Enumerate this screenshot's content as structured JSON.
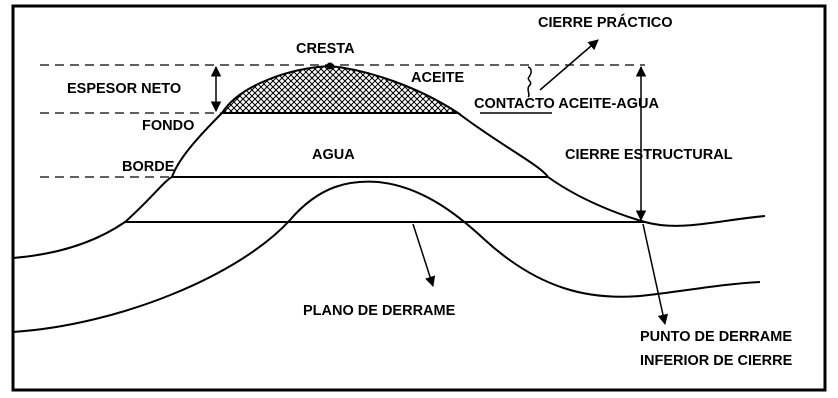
{
  "labels": {
    "cresta": "CRESTA",
    "cierre_practico": "CIERRE PRÁCTICO",
    "espesor_neto": "ESPESOR NETO",
    "aceite": "ACEITE",
    "contacto": "CONTACTO ACEITE-AGUA",
    "fondo": "FONDO",
    "agua": "AGUA",
    "cierre_estructural": "CIERRE ESTRUCTURAL",
    "borde": "BORDE",
    "plano_derrame": "PLANO DE DERRAME",
    "punto_derrame": "PUNTO DE DERRAME",
    "inferior_cierre": "INFERIOR DE CIERRE"
  },
  "colors": {
    "ink": "#000000",
    "background": "#ffffff"
  }
}
